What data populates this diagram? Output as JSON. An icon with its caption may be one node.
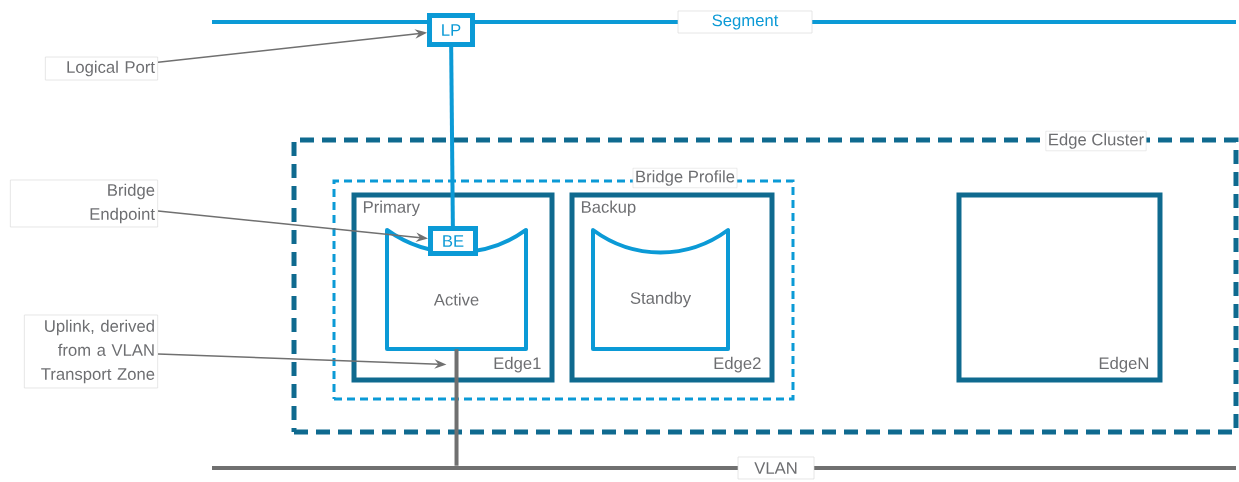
{
  "diagram": {
    "nodes": [
      {
        "text": [
          "Segment"
        ]
      },
      {
        "text": [
          "LP"
        ]
      },
      {
        "text": [
          "Logical Port"
        ]
      },
      {
        "text": [
          "Edge Cluster"
        ]
      },
      {
        "text": [
          "Bridge Profile"
        ],
        "in": 3
      },
      {
        "text": [
          "Primary",
          "Edge1"
        ],
        "in": 4
      },
      {
        "text": [
          "Active"
        ],
        "in": 5
      },
      {
        "text": [
          "BE"
        ],
        "in": 5
      },
      {
        "text": [
          "Backup",
          "Edge2"
        ],
        "in": 4
      },
      {
        "text": [
          "Standby"
        ],
        "in": 8
      },
      {
        "text": [
          "EdgeN"
        ],
        "in": 3
      },
      {
        "text": [
          "Bridge Endpoint"
        ]
      },
      {
        "text": [
          "Uplink, derived from a VLAN Transport Zone"
        ]
      },
      {
        "text": [
          "VLAN"
        ]
      }
    ],
    "edges": [
      {
        "from": 1,
        "to": 7,
        "arrow": "none",
        "style": "thick",
        "color": "#0b9ad6"
      },
      {
        "from": 6,
        "to": 13,
        "arrow": "none",
        "style": "thick"
      },
      {
        "from": 2,
        "to": 1,
        "arrow": "to"
      },
      {
        "from": 11,
        "to": 7,
        "arrow": "to"
      },
      {
        "from": 12,
        "to": 5,
        "arrow": "to"
      }
    ]
  }
}
